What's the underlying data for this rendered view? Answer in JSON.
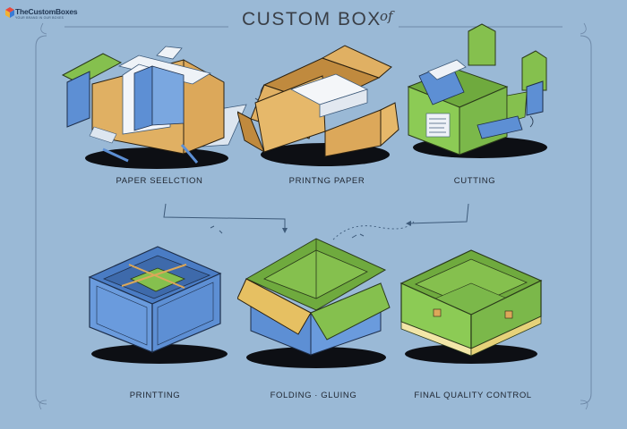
{
  "brand": {
    "name": "TheCustomBoxes",
    "tagline": "YOUR BRAND IN OUR BOXES"
  },
  "title": {
    "main": "CUSTOM BOX",
    "suffix": "of"
  },
  "steps": [
    {
      "label": "PAPER SEELCTION",
      "icon": "paper-stack-box-icon"
    },
    {
      "label": "PRINTNG PAPER",
      "icon": "open-box-with-paper-icon"
    },
    {
      "label": "CUTTING",
      "icon": "green-cutting-box-icon"
    },
    {
      "label": "PRINTTING",
      "icon": "blue-divider-box-icon"
    },
    {
      "label": "FOLDING · GLUING",
      "icon": "folding-flaps-box-icon"
    },
    {
      "label": "FINAL QUALITY CONTROL",
      "icon": "finished-green-box-icon"
    }
  ],
  "colors": {
    "background": "#9ab9d6",
    "box_kraft": "#dca85a",
    "box_blue": "#5d8fd4",
    "box_green": "#85c04e",
    "shadow": "#0d0f14",
    "line": "#3d5a7a"
  }
}
